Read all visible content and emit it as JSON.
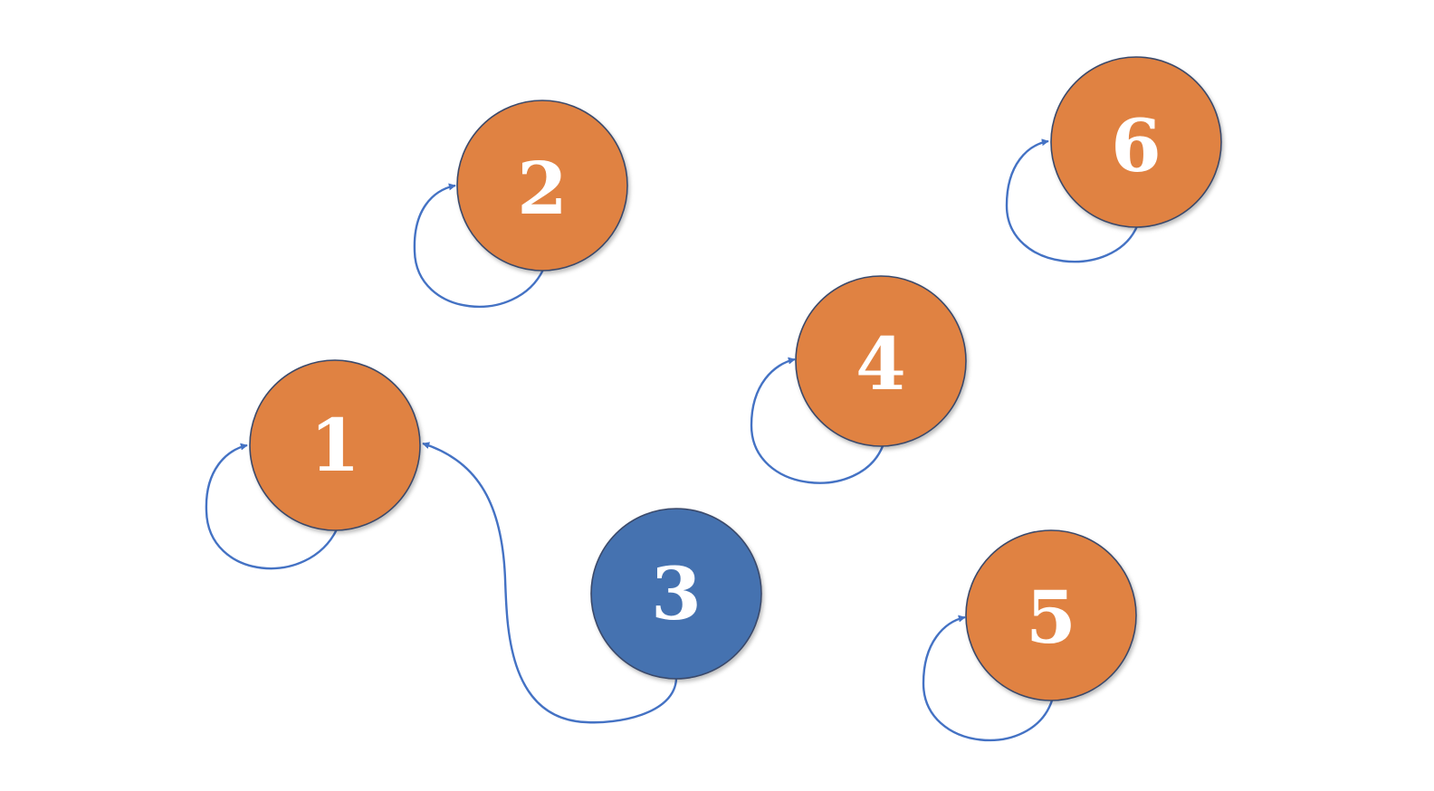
{
  "diagram": {
    "colors": {
      "node_default": "#E08243",
      "node_highlight": "#4472B0",
      "edge": "#4472C4",
      "label": "#FFFFFF"
    },
    "nodes": [
      {
        "id": "1",
        "label": "1",
        "highlight": false
      },
      {
        "id": "2",
        "label": "2",
        "highlight": false
      },
      {
        "id": "3",
        "label": "3",
        "highlight": true
      },
      {
        "id": "4",
        "label": "4",
        "highlight": false
      },
      {
        "id": "5",
        "label": "5",
        "highlight": false
      },
      {
        "id": "6",
        "label": "6",
        "highlight": false
      }
    ],
    "edges": [
      {
        "from": "1",
        "to": "1"
      },
      {
        "from": "2",
        "to": "2"
      },
      {
        "from": "3",
        "to": "1"
      },
      {
        "from": "4",
        "to": "4"
      },
      {
        "from": "5",
        "to": "5"
      },
      {
        "from": "6",
        "to": "6"
      }
    ]
  }
}
